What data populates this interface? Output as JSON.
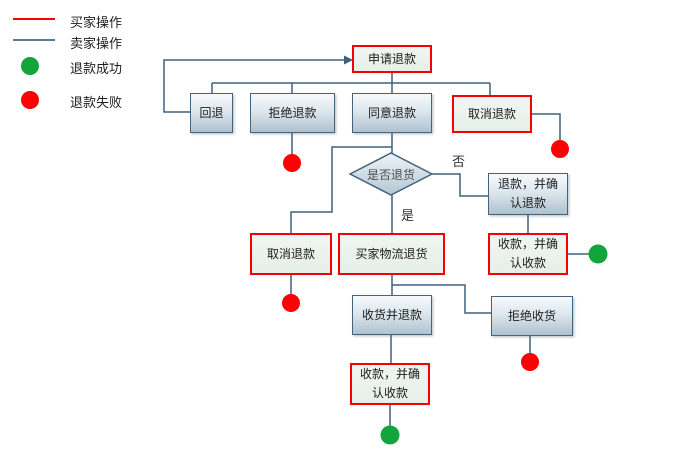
{
  "legend": {
    "buyer_operation": "买家操作",
    "seller_operation": "卖家操作",
    "refund_success": "退款成功",
    "refund_failure": "退款失败"
  },
  "nodes": {
    "apply_refund": "申请退款",
    "rollback": "回退",
    "reject_refund": "拒绝退款",
    "agree_refund": "同意退款",
    "cancel_refund_top": "取消退款",
    "is_return_goods": "是否退货",
    "refund_and_confirm": "退款，并确认退款",
    "receive_payment_confirm_right": "收款，并确认收款",
    "cancel_refund_mid": "取消退款",
    "buyer_logistics_return": "买家物流退货",
    "receive_goods_and_refund": "收货并退款",
    "reject_receive_goods": "拒绝收货",
    "receive_payment_confirm_bottom": "收款，并确认收款"
  },
  "edge_labels": {
    "no": "否",
    "yes": "是"
  },
  "colors": {
    "buyer_accent": "#f40000",
    "seller_accent": "#3e607e",
    "success_dot": "#14a43c",
    "failure_dot": "#fb0204",
    "seller_node_fill_top": "#f7fafc",
    "seller_node_fill_bottom": "#afc2d0",
    "buyer_node_fill": "#ebf1ee"
  }
}
